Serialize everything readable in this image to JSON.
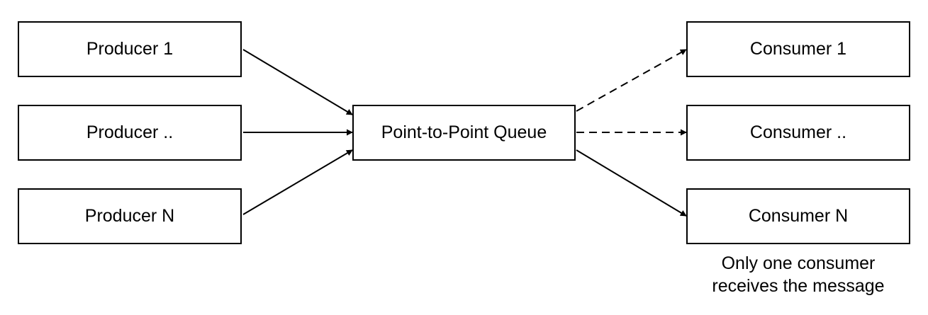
{
  "producers": [
    "Producer 1",
    "Producer ..",
    "Producer N"
  ],
  "queue": "Point-to-Point Queue",
  "consumers": [
    "Consumer 1",
    "Consumer ..",
    "Consumer N"
  ],
  "note": [
    "Only one consumer",
    "receives the message"
  ],
  "edges": [
    {
      "from": "Producer 1",
      "to": "Point-to-Point Queue",
      "style": "solid"
    },
    {
      "from": "Producer ..",
      "to": "Point-to-Point Queue",
      "style": "solid"
    },
    {
      "from": "Producer N",
      "to": "Point-to-Point Queue",
      "style": "solid"
    },
    {
      "from": "Point-to-Point Queue",
      "to": "Consumer 1",
      "style": "dashed"
    },
    {
      "from": "Point-to-Point Queue",
      "to": "Consumer ..",
      "style": "dashed"
    },
    {
      "from": "Point-to-Point Queue",
      "to": "Consumer N",
      "style": "solid"
    }
  ]
}
